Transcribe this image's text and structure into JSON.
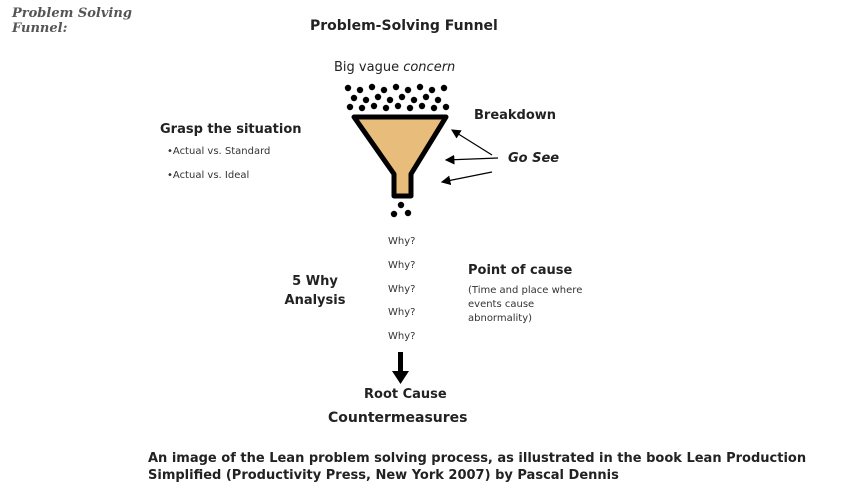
{
  "sidebar": {
    "title": "Problem Solving Funnel:"
  },
  "diagram": {
    "title": "Problem-Solving Funnel",
    "top_label_plain": "Big vague ",
    "top_label_italic": "concern",
    "breakdown": "Breakdown",
    "go_see": "Go See",
    "grasp": {
      "title": "Grasp the situation",
      "items": [
        "•Actual vs. Standard",
        "•Actual vs. Ideal"
      ]
    },
    "whys": [
      "Why?",
      "Why?",
      "Why?",
      "Why?",
      "Why?"
    ],
    "five_why": "5 Why Analysis",
    "point_of_cause": {
      "title": "Point of cause",
      "description": "(Time and place where events cause abnormality)"
    },
    "root_cause": "Root Cause",
    "countermeasures": "Countermeasures",
    "colors": {
      "funnel_fill": "#E8BC7A",
      "funnel_stroke": "#000000",
      "dots": "#000000"
    }
  },
  "caption": "An image of the Lean problem solving process, as illustrated in the book Lean Production Simplified (Productivity Press, New York 2007) by Pascal Dennis"
}
